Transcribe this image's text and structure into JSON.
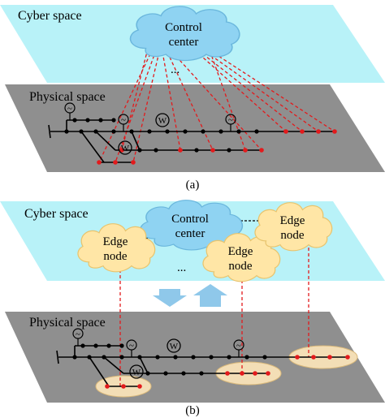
{
  "panel_a": {
    "cyber_label": "Cyber space",
    "control_line1": "Control",
    "control_line2": "center",
    "dots": "...",
    "physical_label": "Physical space",
    "caption": "(a)"
  },
  "panel_b": {
    "cyber_label": "Cyber space",
    "control_line1": "Control",
    "control_line2": "center",
    "edge_left_line1": "Edge",
    "edge_left_line2": "node",
    "edge_mid_line1": "Edge",
    "edge_mid_line2": "node",
    "edge_right_line1": "Edge",
    "edge_right_line2": "node",
    "dots": "...",
    "physical_label": "Physical space",
    "caption": "(b)"
  },
  "symbols": {
    "generator": "~",
    "wind": "W"
  },
  "colors": {
    "cyber_plane": "#b8f2f8",
    "physical_plane": "#8f8f8f",
    "cloud_blue": "#8fd3f2",
    "cloud_edge": "#ffe6a6",
    "link_red": "#e31a1c",
    "cluster_fill": "#f3deb6",
    "arrow_blue": "#8fc8ea"
  }
}
